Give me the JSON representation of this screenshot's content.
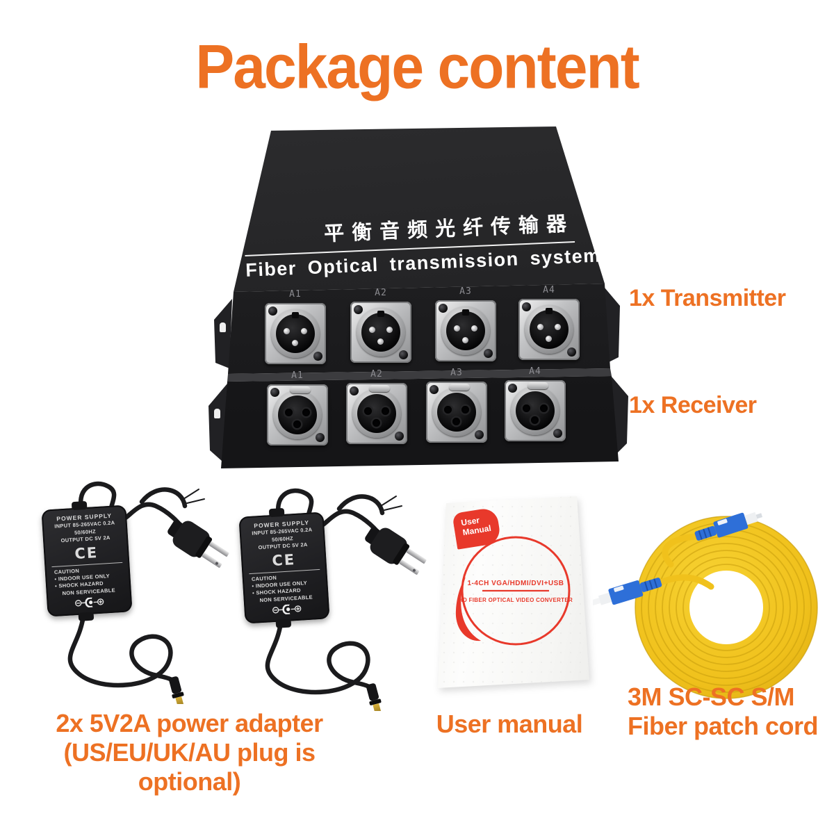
{
  "title": "Package content",
  "device": {
    "brand_cn": "平衡音频光纤传输器",
    "brand_en": "Fiber Optical transmission systems",
    "ports": [
      "A1",
      "A2",
      "A3",
      "A4"
    ],
    "transmitter_label": "1x Transmitter",
    "receiver_label": "1x Receiver"
  },
  "power_adapter": {
    "caption_line1": "2x 5V2A power adapter",
    "caption_line2": "(US/EU/UK/AU plug is optional)",
    "label_title": "POWER SUPPLY",
    "label_input": "INPUT  85-265VAC 0.2A",
    "label_input2": "50/60HZ",
    "label_output": "OUTPUT  DC 5V 2A",
    "ce_mark": "CE",
    "caution_title": "CAUTION",
    "caution_line1": "• INDOOR USE ONLY",
    "caution_line2": "• SHOCK HAZARD",
    "caution_line3": "NON SERVICEABLE"
  },
  "manual": {
    "caption": "User manual",
    "badge_line1": "User",
    "badge_line2": "Manual",
    "cover_line1": "1-4CH VGA/HDMI/DVI+USB",
    "cover_line2": "HD FIBER OPTICAL VIDEO CONVERTER"
  },
  "fiber_cord": {
    "caption_line1": "3M SC-SC S/M",
    "caption_line2": "Fiber patch cord"
  },
  "colors": {
    "accent_orange": "#ed7123",
    "manual_red": "#e8392b",
    "fiber_yellow": "#f0c11c",
    "sc_blue": "#2e6fd8",
    "device_black": "#1c1c1e"
  }
}
